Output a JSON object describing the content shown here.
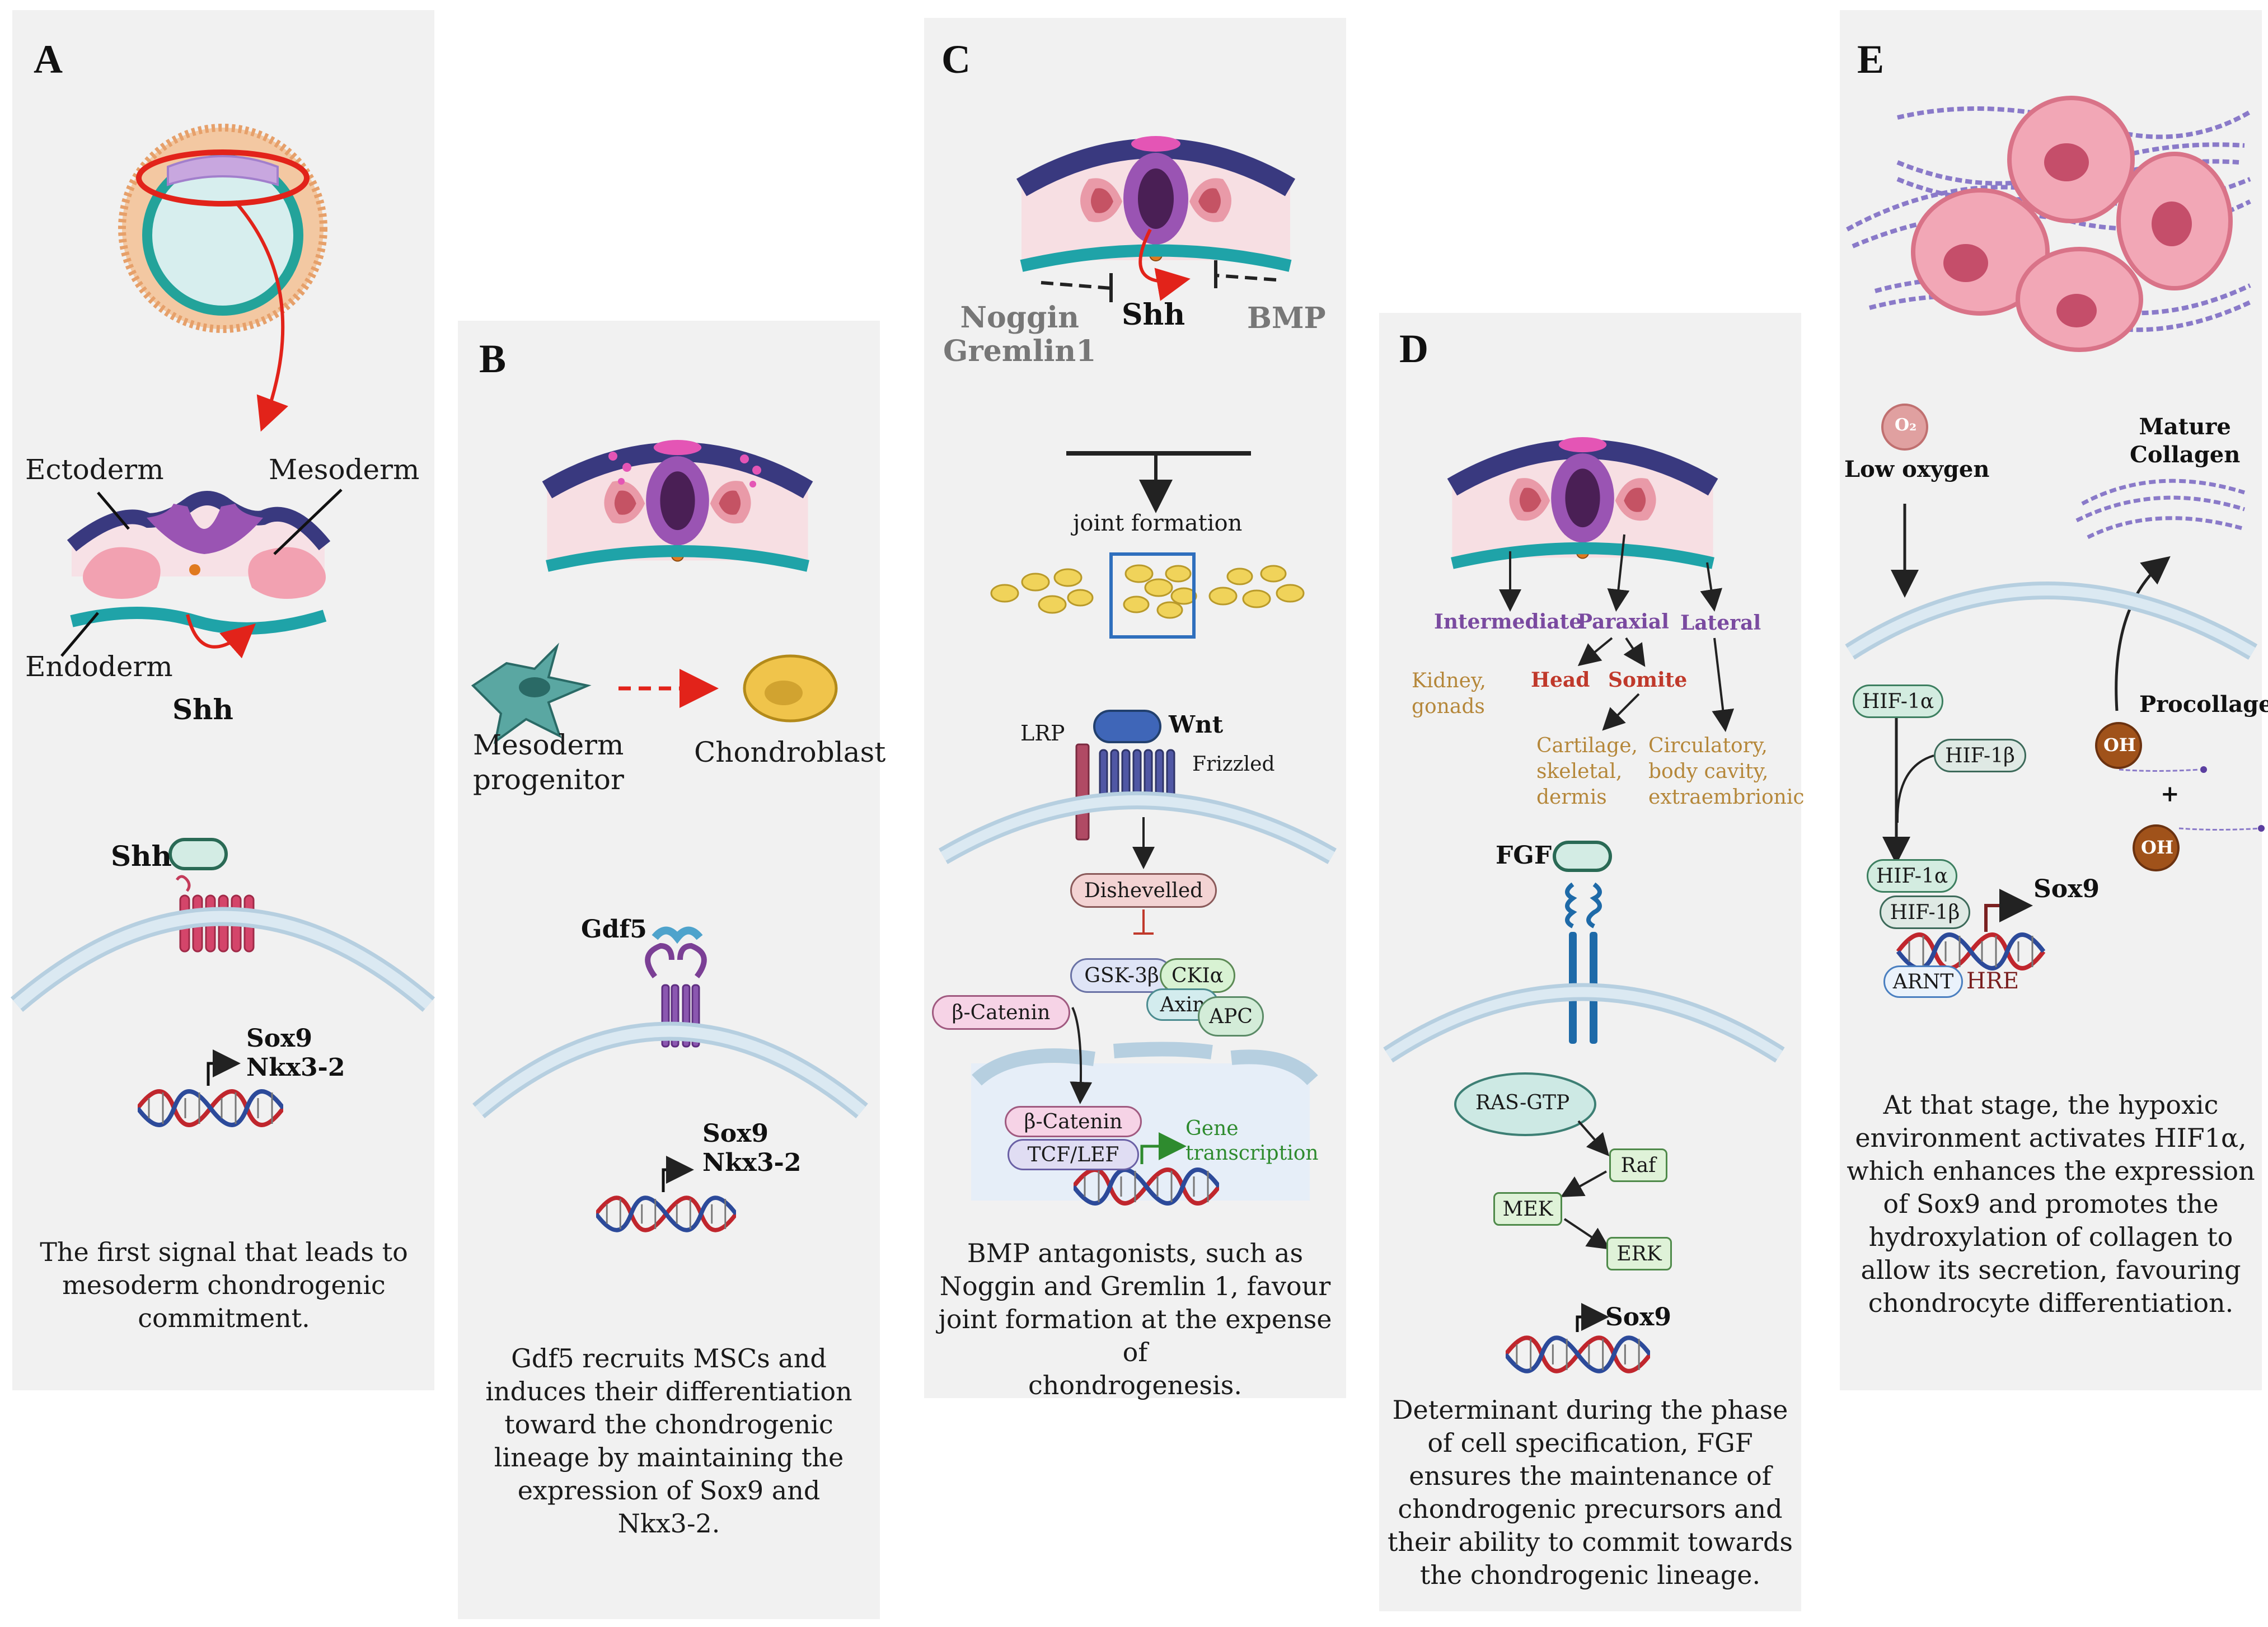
{
  "panels": {
    "a": {
      "label": "A",
      "ectoderm": "Ectoderm",
      "mesoderm": "Mesoderm",
      "endoderm": "Endoderm",
      "shh_top": "Shh",
      "shh_receptor": "Shh",
      "sox9": "Sox9",
      "nkx": "Nkx3-2",
      "caption": [
        "The first signal that leads to",
        "mesoderm chondrogenic",
        "commitment."
      ]
    },
    "b": {
      "label": "B",
      "mesoderm_progenitor": [
        "Mesoderm",
        "progenitor"
      ],
      "chondroblast": "Chondroblast",
      "gdf5": "Gdf5",
      "sox9": "Sox9",
      "nkx": "Nkx3-2",
      "caption": [
        "Gdf5 recruits MSCs and",
        "induces their differentiation",
        "toward the chondrogenic",
        "lineage by maintaining the",
        "expression of Sox9 and",
        "Nkx3-2."
      ]
    },
    "c": {
      "label": "C",
      "noggin": [
        "Noggin",
        "Gremlin1"
      ],
      "shh": "Shh",
      "bmp": "BMP",
      "joint": "joint formation",
      "lrp": "LRP",
      "wnt": "Wnt",
      "frizzled": "Frizzled",
      "dishevelled": "Dishevelled",
      "gsk": "GSK-3β",
      "cki": "CKIα",
      "axin": "Axin",
      "apc": "APC",
      "bcat_cyto": "β-Catenin",
      "bcat_nuc": "β-Catenin",
      "tcf": "TCF/LEF",
      "gene": [
        "Gene",
        "transcription"
      ],
      "caption": [
        "BMP antagonists, such as",
        "Noggin and Gremlin 1, favour",
        "joint formation at the expense of",
        "chondrogenesis."
      ]
    },
    "d": {
      "label": "D",
      "intermediate": "Intermediate",
      "paraxial": "Paraxial",
      "lateral": "Lateral",
      "kidney": [
        "Kidney,",
        "gonads"
      ],
      "head": "Head",
      "somite": "Somite",
      "cartilage": [
        "Cartilage,",
        "skeletal,",
        "dermis"
      ],
      "circulatory": [
        "Circulatory,",
        "body cavity,",
        "extraembrionic"
      ],
      "fgf": "FGF",
      "ras": "RAS-GTP",
      "raf": "Raf",
      "mek": "MEK",
      "erk": "ERK",
      "sox9": "Sox9",
      "caption": [
        "Determinant during the phase",
        "of cell specification, FGF",
        "ensures the maintenance of",
        "chondrogenic precursors and",
        "their ability to commit towards",
        "the chondrogenic lineage."
      ]
    },
    "e": {
      "label": "E",
      "o2": "O₂",
      "low_oxygen": "Low oxygen",
      "mature": [
        "Mature",
        "Collagen"
      ],
      "procollagen": "Procollagen",
      "oh": "OH",
      "plus": "+",
      "hif1a_top": "HIF-1α",
      "hif1b_top": "HIF-1β",
      "hif1a_bot": "HIF-1α",
      "hif1b_bot": "HIF-1β",
      "sox9": "Sox9",
      "arnt": "ARNT",
      "hre": "HRE",
      "caption": [
        "At that stage, the hypoxic",
        "environment activates HIF1α,",
        "which enhances the expression",
        "of Sox9 and promotes the",
        "hydroxylation of collagen to",
        "allow its secretion, favouring",
        "chondrocyte differentiation."
      ]
    }
  }
}
